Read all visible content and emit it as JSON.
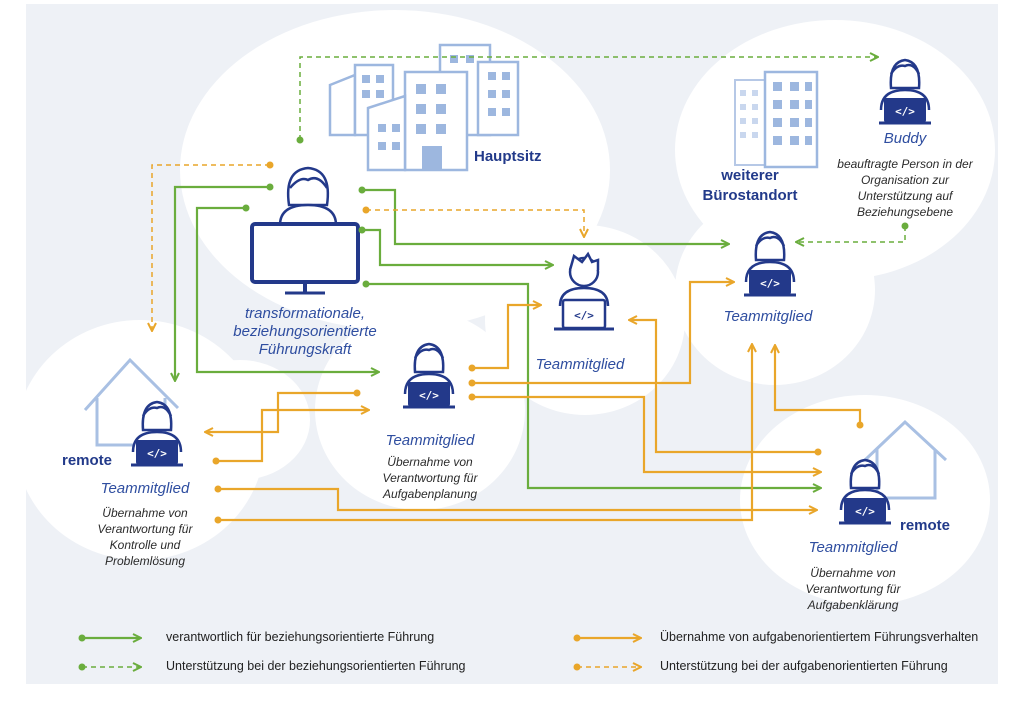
{
  "locations": {
    "hauptsitz": "Hauptsitz",
    "buero_line1": "weiterer",
    "buero_line2": "Bürostandort",
    "remote_left": "remote",
    "remote_right": "remote"
  },
  "people": {
    "leader": {
      "line1": "transformationale,",
      "line2": "beziehungsorientierte",
      "line3": "Führungskraft"
    },
    "buddy": {
      "role": "Buddy",
      "desc1": "beauftragte Person in der",
      "desc2": "Organisation zur",
      "desc3": "Unterstützung auf",
      "desc4": "Beziehungsebene"
    },
    "member_center": {
      "role": "Teammitglied"
    },
    "member_office": {
      "role": "Teammitglied"
    },
    "member_mid": {
      "role": "Teammitglied",
      "desc1": "Übernahme von",
      "desc2": "Verantwortung für",
      "desc3": "Aufgabenplanung"
    },
    "member_left": {
      "role": "Teammitglied",
      "desc1": "Übernahme von",
      "desc2": "Verantwortung für",
      "desc3": "Kontrolle und",
      "desc4": "Problemlösung"
    },
    "member_right": {
      "role": "Teammitglied",
      "desc1": "Übernahme von",
      "desc2": "Verantwortung für",
      "desc3": "Aufgabenklärung"
    }
  },
  "legend": {
    "green_solid": "verantwortlich für beziehungsorientierte Führung",
    "green_dashed": "Unterstützung bei der beziehungsorientierten Führung",
    "orange_solid": "Übernahme von aufgabenorientiertem Führungsverhalten",
    "orange_dashed": "Unterstützung bei der aufgabenorientierten Führung"
  },
  "colors": {
    "green": "#6aad3d",
    "orange": "#e9a62a",
    "navy": "#23398a",
    "building": "#9db7df"
  }
}
